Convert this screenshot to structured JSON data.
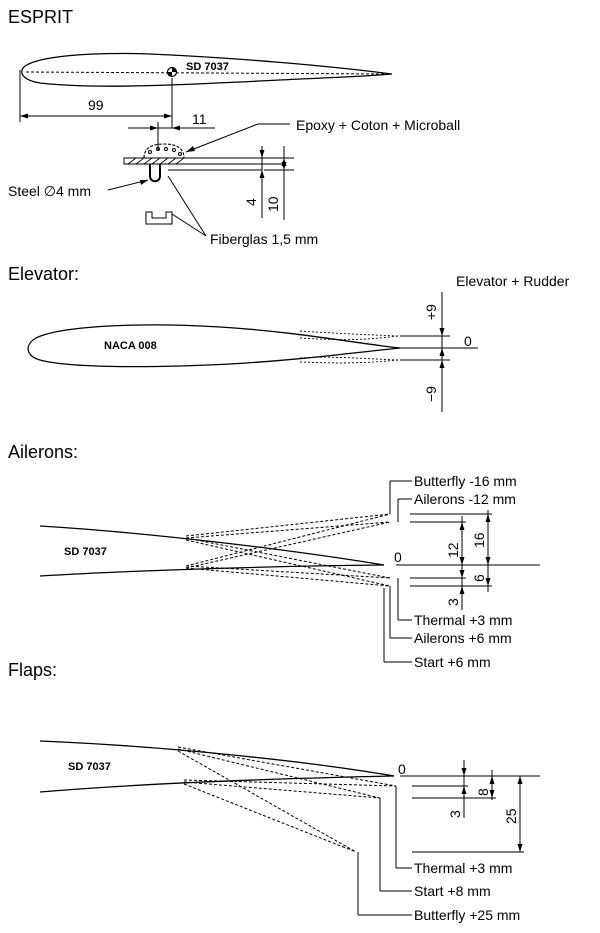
{
  "section_esprit": {
    "title": "ESPRIT",
    "airfoil": "SD 7037",
    "dim_99": "99",
    "dim_11": "11",
    "dim_4": "4",
    "dim_10": "10",
    "label_epoxy": "Epoxy + Coton + Microball",
    "label_steel": "Steel ∅4 mm",
    "label_fiberglas": "Fiberglas 1,5 mm"
  },
  "section_elevator": {
    "title": "Elevator:",
    "airfoil": "NACA 008",
    "legend": "Elevator + Rudder",
    "plus9": "+9",
    "zero": "0",
    "minus9": "−9"
  },
  "section_ailerons": {
    "title": "Ailerons:",
    "airfoil": "SD 7037",
    "zero": "0",
    "dim_12": "12",
    "dim_16": "16",
    "dim_6": "6",
    "dim_3": "3",
    "label_butterfly": "Butterfly -16 mm",
    "label_ailerons_up": "Ailerons -12 mm",
    "label_thermal": "Thermal +3 mm",
    "label_ailerons_down": "Ailerons +6 mm",
    "label_start": "Start +6 mm"
  },
  "section_flaps": {
    "title": "Flaps:",
    "airfoil": "SD 7037",
    "zero": "0",
    "dim_8": "8",
    "dim_3": "3",
    "dim_25": "25",
    "label_thermal": "Thermal +3 mm",
    "label_start": "Start +8 mm",
    "label_butterfly": "Butterfly +25 mm"
  }
}
